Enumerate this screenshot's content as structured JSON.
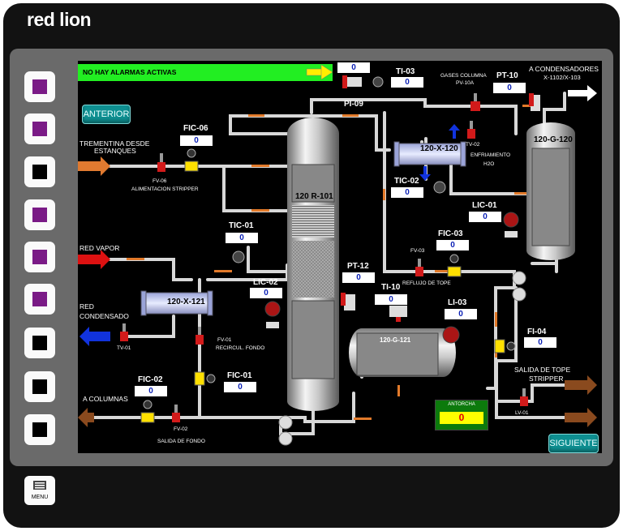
{
  "brand": {
    "logo_text": "red lion"
  },
  "alarm_banner": {
    "text": "NO HAY ALARMAS ACTIVAS"
  },
  "nav": {
    "prev_label": "ANTERIOR",
    "next_label": "SIGUIENTE"
  },
  "menu": {
    "label": "MENU"
  },
  "softkeys": [
    {
      "name": "softkey-1",
      "fill": "purple"
    },
    {
      "name": "softkey-2",
      "fill": "purple"
    },
    {
      "name": "softkey-3",
      "fill": "black"
    },
    {
      "name": "softkey-4",
      "fill": "purple"
    },
    {
      "name": "softkey-5",
      "fill": "purple"
    },
    {
      "name": "softkey-6",
      "fill": "purple"
    },
    {
      "name": "softkey-7",
      "fill": "black"
    },
    {
      "name": "softkey-8",
      "fill": "black"
    },
    {
      "name": "softkey-9",
      "fill": "black"
    }
  ],
  "colors": {
    "purple": "#7a1a86",
    "black": "#000000",
    "pipe": "#d8d8d8",
    "arrow_orange": "#e07a30",
    "arrow_red": "#dd1111",
    "arrow_blue": "#1133dd",
    "arrow_brown": "#8a4a1e",
    "alarm_green": "#22ee22"
  },
  "equipment": {
    "column": "120 R-101",
    "drum_top": "120-G-120",
    "drum_bottom": "120-G-121",
    "exchanger_top": "120-X-120",
    "exchanger_left": "120-X-121"
  },
  "instruments": {
    "top_value": "0",
    "ti03": {
      "tag": "TI-03",
      "value": "0"
    },
    "pi09": {
      "tag": "PI-09"
    },
    "pt10": {
      "tag": "PT-10",
      "value": "0"
    },
    "fic06": {
      "tag": "FIC-06",
      "value": "0"
    },
    "tic02": {
      "tag": "TIC-02",
      "value": "0"
    },
    "lic01": {
      "tag": "LIC-01",
      "value": "0"
    },
    "tic01": {
      "tag": "TIC-01",
      "value": "0"
    },
    "fic03": {
      "tag": "FIC-03",
      "value": "0"
    },
    "lic02": {
      "tag": "LIC-02",
      "value": "0"
    },
    "pt12": {
      "tag": "PT-12",
      "value": "0"
    },
    "ti10": {
      "tag": "TI-10",
      "value": "0"
    },
    "li03": {
      "tag": "LI-03",
      "value": "0"
    },
    "fi04": {
      "tag": "FI-04",
      "value": "0"
    },
    "fic02": {
      "tag": "FIC-02",
      "value": "0"
    },
    "fic01": {
      "tag": "FIC-01",
      "value": "0"
    }
  },
  "labels": {
    "gases_columna": "GASES COLUMNA",
    "pv10a": "PV-10A",
    "a_condensadores": "A CONDENSADORES",
    "x1102": "X-1102/X-103",
    "trementina": "TREMENTINA DESDE",
    "estanques": "ESTANQUES",
    "fv06": "FV-06",
    "alimentacion": "ALIMENTACION STRIPPER",
    "tv02": "TV-02",
    "enfriamiento": "ENFRIAMIENTO",
    "h2o": "H2O",
    "red_vapor": "RED VAPOR",
    "red": "RED",
    "condensado": "CONDENSADO",
    "tv01": "TV-01",
    "fv01": "FV-01",
    "recircul": "RECIRCUL. FONDO",
    "fv03": "FV-03",
    "reflujo": "REFLUJO DE TOPE",
    "salida_tope": "SALIDA DE TOPE",
    "stripper": "STRIPPER",
    "lv01": "LV-01",
    "a_columnas": "A COLUMNAS",
    "fv02": "FV-02",
    "salida_fondo": "SALIDA DE FONDO"
  },
  "antorcha": {
    "label": "ANTORCHA",
    "value": "0"
  }
}
